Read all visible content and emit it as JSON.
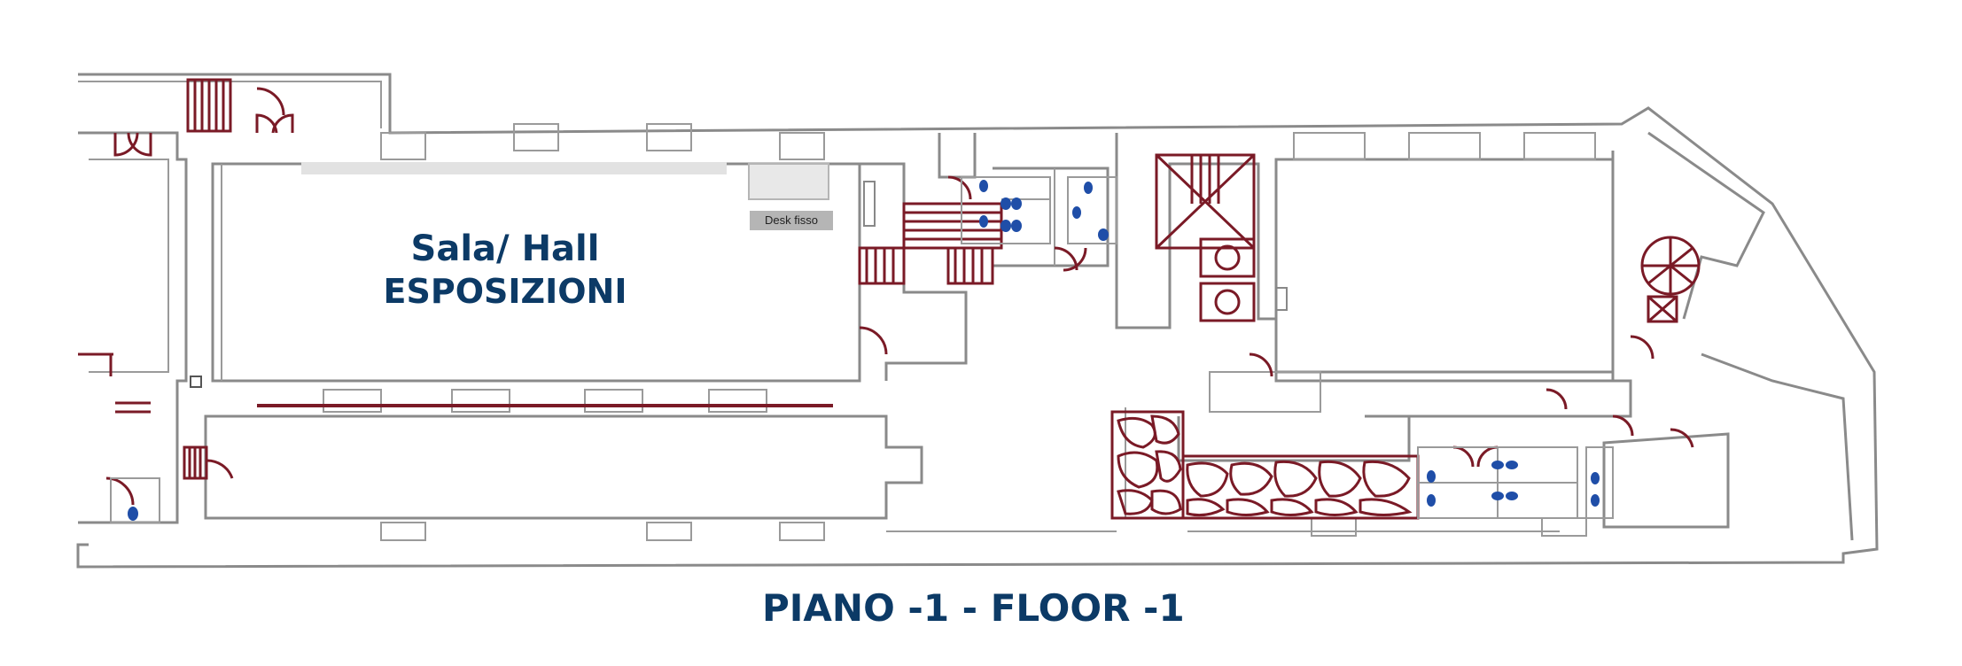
{
  "map": {
    "hall_label_line1": "Sala/ Hall",
    "hall_label_line2": "ESPOSIZIONI",
    "desk_label": "Desk fisso",
    "floor_label": "PIANO -1 - FLOOR -1",
    "colors": {
      "walls": "#8a8a8a",
      "doors_stairs": "#7a1a26",
      "labels": "#0c3a66",
      "wc_icons": "#1f4ea8",
      "desk": "#b5b5b5"
    },
    "icons": [
      "staircase-icon",
      "door-icon",
      "elevator-icon",
      "wc-icon",
      "spiral-staircase-icon"
    ]
  }
}
